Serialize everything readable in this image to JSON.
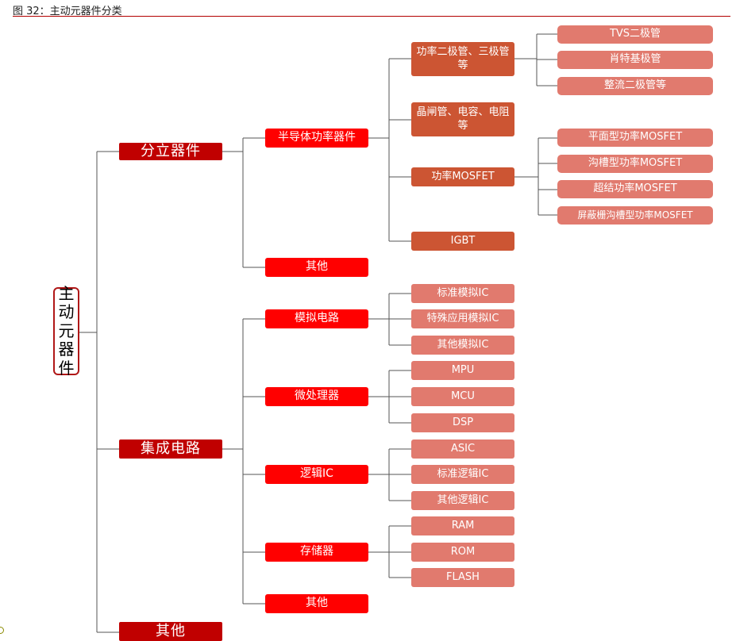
{
  "caption": "图 32：主动元器件分类",
  "root": {
    "chars": [
      "主",
      "动",
      "元",
      "器",
      "件"
    ]
  },
  "discrete": {
    "label": "分立器件",
    "power_semi": {
      "label": "半导体功率器件",
      "diode": {
        "label": "功率二极管、三极管等",
        "children": [
          "TVS二极管",
          "肖特基极管",
          "整流二极管等"
        ]
      },
      "thyristor": "晶闸管、电容、电阻等",
      "mosfet": {
        "label": "功率MOSFET",
        "children": [
          "平面型功率MOSFET",
          "沟槽型功率MOSFET",
          "超结功率MOSFET",
          "屏蔽栅沟槽型功率MOSFET"
        ]
      },
      "igbt": "IGBT"
    },
    "other": "其他"
  },
  "ic": {
    "label": "集成电路",
    "analog": {
      "label": "模拟电路",
      "children": [
        "标准模拟IC",
        "特殊应用模拟IC",
        "其他模拟IC"
      ]
    },
    "micro": {
      "label": "微处理器",
      "children": [
        "MPU",
        "MCU",
        "DSP"
      ]
    },
    "logic": {
      "label": "逻辑IC",
      "children": [
        "ASIC",
        "标准逻辑IC",
        "其他逻辑IC"
      ]
    },
    "memory": {
      "label": "存储器",
      "children": [
        "RAM",
        "ROM",
        "FLASH"
      ]
    },
    "other": "其他"
  },
  "other": {
    "label": "其他"
  }
}
